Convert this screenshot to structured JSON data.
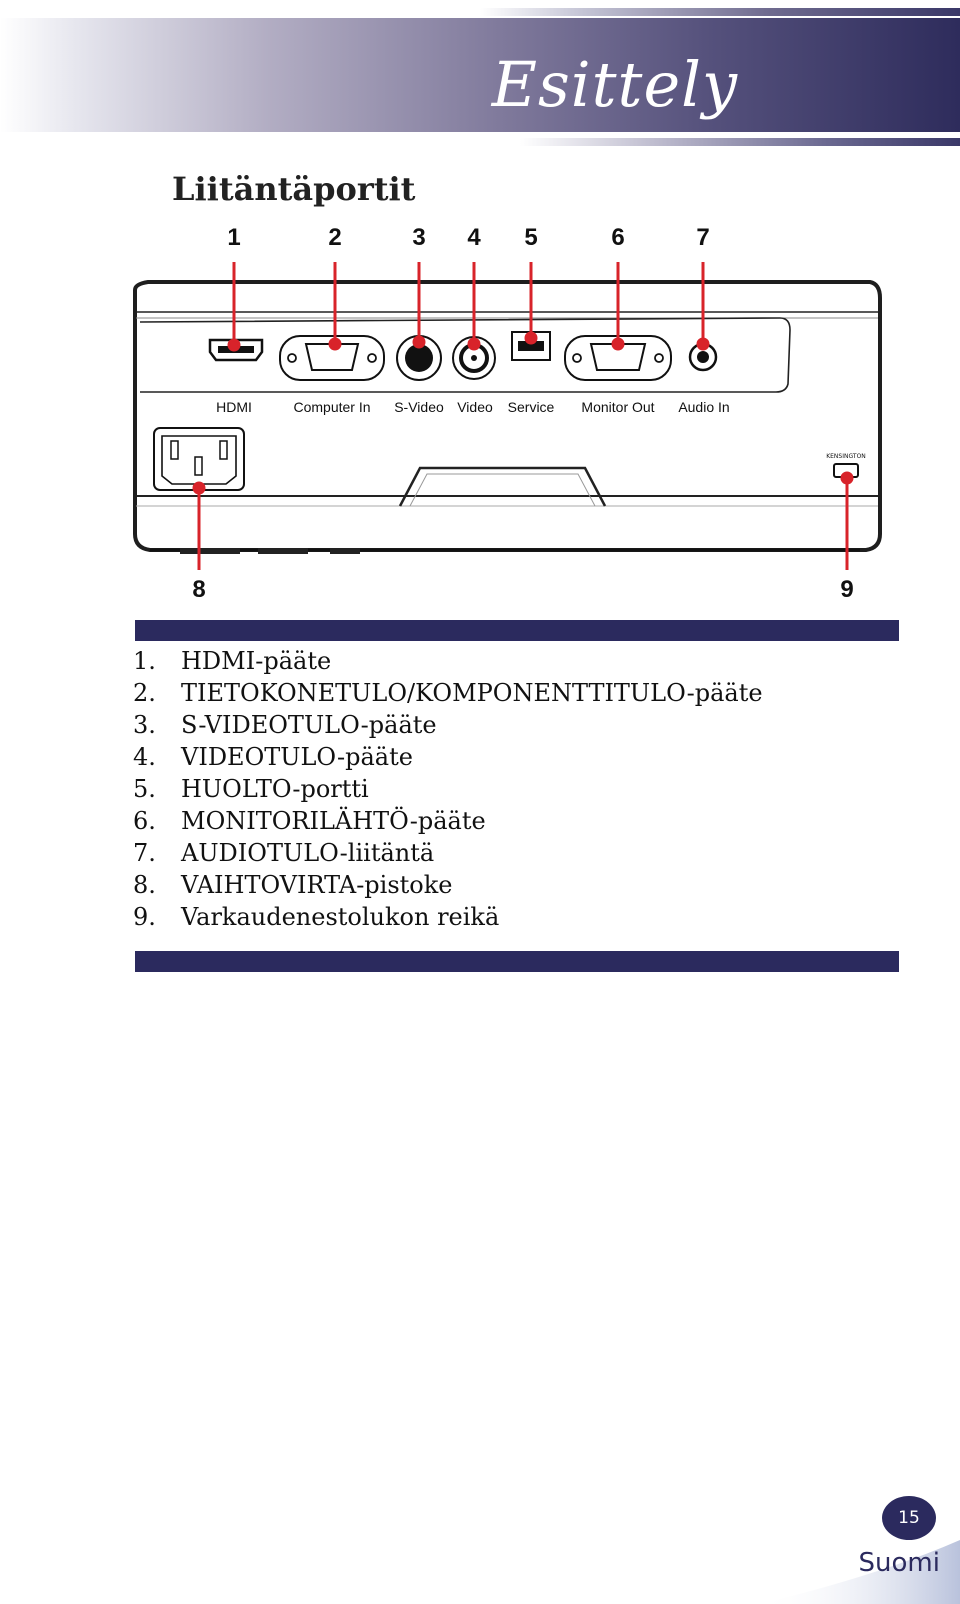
{
  "header": {
    "title": "Esittely"
  },
  "section": {
    "title": "Liitäntäportit"
  },
  "figure": {
    "callouts_top": [
      "1",
      "2",
      "3",
      "4",
      "5",
      "6",
      "7"
    ],
    "callouts_bottom": [
      "8",
      "9"
    ],
    "port_labels": [
      "HDMI",
      "Computer In",
      "S-Video",
      "Video",
      "Service",
      "Monitor Out",
      "Audio In"
    ],
    "lock_label": "KENSINGTON"
  },
  "legend": [
    {
      "num": "1.",
      "text": "HDMI-pääte"
    },
    {
      "num": "2.",
      "text": "TIETOKONETULO/KOMPONENTTITULO-pääte"
    },
    {
      "num": "3.",
      "text": "S-VIDEOTULO-pääte"
    },
    {
      "num": "4.",
      "text": "VIDEOTULO-pääte"
    },
    {
      "num": "5.",
      "text": "HUOLTO-portti"
    },
    {
      "num": "6.",
      "text": "MONITORILÄHTÖ-pääte"
    },
    {
      "num": "7.",
      "text": "AUDIOTULO-liitäntä"
    },
    {
      "num": "8.",
      "text": "VAIHTOVIRTA-pistoke"
    },
    {
      "num": "9.",
      "text": "Varkaudenestolukon reikä"
    }
  ],
  "footer": {
    "page_number": "15",
    "language": "Suomi"
  },
  "colors": {
    "accent": "#2b2a5e",
    "callout_red": "#d8232a"
  }
}
